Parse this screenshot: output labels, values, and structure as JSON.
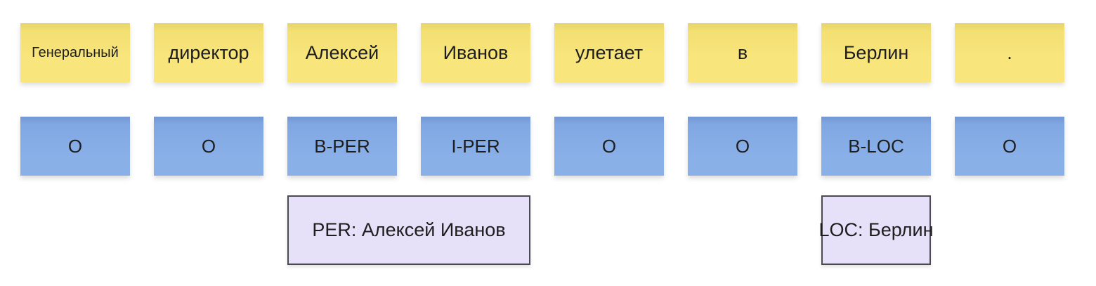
{
  "tokens": [
    "Генеральный",
    "директор",
    "Алексей",
    "Иванов",
    "улетает",
    "в",
    "Берлин",
    "."
  ],
  "tags": [
    "O",
    "O",
    "B-PER",
    "I-PER",
    "O",
    "O",
    "B-LOC",
    "O"
  ],
  "entities": [
    {
      "label": "PER: Алексей Иванов",
      "type": "PER",
      "columns": "3-4"
    },
    {
      "label": "LOC: Берлин",
      "type": "LOC",
      "columns": "7"
    }
  ],
  "colors": {
    "token_fill": "#f8e475",
    "tag_fill": "#83abe7",
    "entity_fill": "#e6e0f8",
    "entity_border": "#4a4a50",
    "text": "#1e1e1e",
    "background": "#ffffff"
  }
}
